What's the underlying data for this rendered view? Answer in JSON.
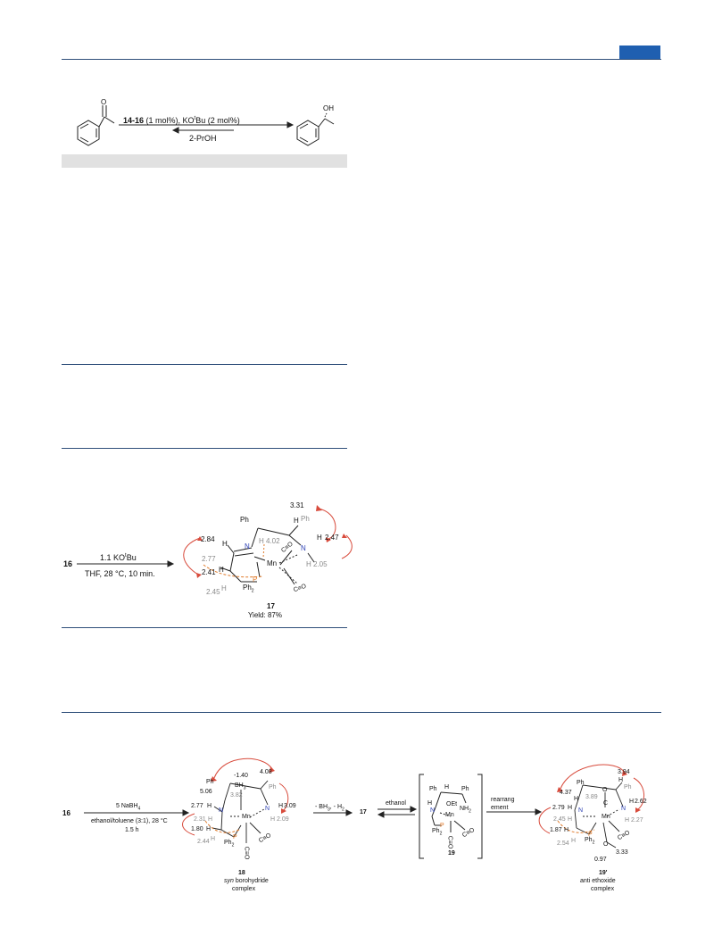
{
  "header": {
    "badge_color": "#1f5fb0",
    "rule_color": "#2f4f7a"
  },
  "scheme1": {
    "catalyst_bold": "14-16",
    "conditions_top_rest": " (1 mol%), KO",
    "tBu_sup": "t",
    "conditions_top_end": "Bu (2 mol%)",
    "conditions_bottom": "2-PrOH",
    "product_oh": "OH"
  },
  "scheme2": {
    "start": "16",
    "reagent_pre": "1.1 KO",
    "reagent_sup": "t",
    "reagent_post": "Bu",
    "conditions": "THF, 28 °C, 10 min.",
    "labels": {
      "v331": "3.31",
      "ph_top": "Ph",
      "ph_grey": "Ph",
      "v284": "2.84",
      "N_im": "N",
      "H402": "H 4.02",
      "CO1": "C≡O",
      "N_am": "N",
      "H247": "H",
      "v247": "2.47",
      "v277": "2.77",
      "Mn": "Mn",
      "H205": "H 2.05",
      "v241": "2.41",
      "H_left": "H",
      "H_upper": "H",
      "H_c": "H",
      "P": "P",
      "Ph2": "Ph",
      "sub2": "2",
      "v245": "2.45",
      "H_245": "H",
      "CO2": "C≡O"
    },
    "compound": "17",
    "yield": "Yield: 87%"
  },
  "scheme3": {
    "start": "16",
    "reagent_pre": "5 NaBH",
    "reagent_sub": "4",
    "solvent": "ethanol/toluene (3:1), 28 °C",
    "time": "1.5 h",
    "c18": {
      "ph": "Ph",
      "m140": "-1.40",
      "bh3": "BH",
      "bh3_sub": "3",
      "v408": "4.08",
      "ph_g": "Ph",
      "v506": "5.06",
      "v382": "3.82",
      "v277": "2.77",
      "H_a": "H",
      "N1": "N",
      "v231": "2.31",
      "H_b": "H",
      "Mn": "Mn",
      "N2": "N",
      "H_309": "H",
      "v309": "3.09",
      "H209": "H 2.09",
      "v180": "1.80",
      "H_c": "H",
      "P": "P",
      "v244": "2.44",
      "H_d": "H",
      "Ph2": "Ph",
      "sub2": "2",
      "CO_a": "C≡O",
      "CO_b": "C≡O",
      "compound": "18",
      "caption1_it": "syn",
      "caption1_rest": " borohydride",
      "caption2": "complex"
    },
    "arrow2": "- BH",
    "arrow2_sub": "3",
    "arrow2_rest": ", - H",
    "arrow2_sub2": "2",
    "c17": "17",
    "ethanol": "ethanol",
    "c19": {
      "ph1": "Ph",
      "ph2": "Ph",
      "H1": "H",
      "H2": "H",
      "N": "N",
      "oet": "OEt",
      "nh2": "NH",
      "nh2_sub": "2",
      "Mn": "Mn",
      "P": "P",
      "Ph2": "Ph",
      "sub2": "2",
      "CO_a": "C≡O",
      "CO_b": "C≡O",
      "compound": "19"
    },
    "rearr1": "rearrang",
    "rearr2": "ement",
    "c19p": {
      "ph": "Ph",
      "v394": "3.94",
      "v437": "4.37",
      "H_a": "H",
      "v389": "3.89",
      "C_label": "C",
      "O_label": "O",
      "ph_g": "Ph",
      "v279": "2.79",
      "H_b": "H",
      "N1": "N",
      "Mn": "Mn",
      "N2": "N",
      "H_262": "H",
      "v262": "2.62",
      "v245": "2.45",
      "H_c": "H",
      "H227": "H 2.27",
      "v187": "1.87",
      "H_d": "H",
      "P": "P",
      "Ph2": "Ph",
      "sub2": "2",
      "v254": "2.54",
      "H_e": "H",
      "O_eth": "O",
      "v333": "3.33",
      "v097": "0.97",
      "CO_a": "C≡O",
      "compound": "19'",
      "caption1": "anti ethoxide",
      "caption2": "complex"
    }
  }
}
